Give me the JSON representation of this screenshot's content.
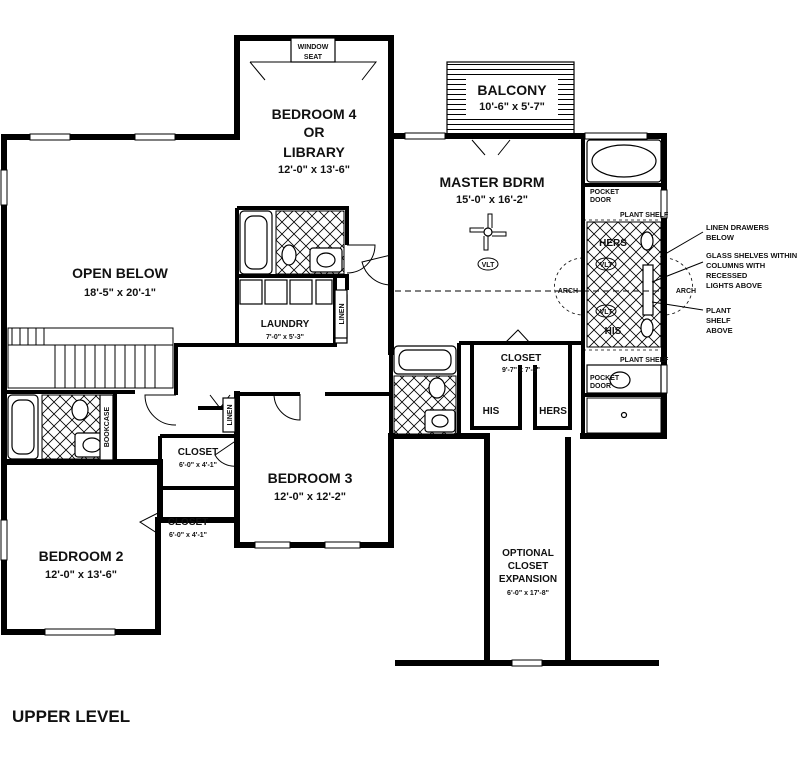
{
  "plan": {
    "level_label": "UPPER LEVEL",
    "rooms": {
      "window_seat": "WINDOW SEAT",
      "bedroom4": {
        "line1": "BEDROOM 4",
        "line2": "OR",
        "line3": "LIBRARY",
        "dims": "12'-0\" x 13'-6\""
      },
      "balcony": {
        "name": "BALCONY",
        "dims": "10'-6\" x 5'-7\""
      },
      "master": {
        "name": "MASTER BDRM",
        "dims": "15'-0\" x 16'-2\""
      },
      "open_below": {
        "name": "OPEN BELOW",
        "dims": "18'-5\" x 20'-1\""
      },
      "laundry": {
        "name": "LAUNDRY",
        "dims": "7'-0\" x 5'-3\""
      },
      "linen_upper": "LINEN",
      "linen_lower": "LINEN",
      "bookcase": "BOOKCASE",
      "closet_master": {
        "name": "CLOSET",
        "dims": "9'-7\" x 7'-5\""
      },
      "his_closet": "HIS",
      "hers_closet": "HERS",
      "closet_a": {
        "name": "CLOSET",
        "dims": "6'-0\" x 4'-1\""
      },
      "closet_b": {
        "name": "CLOSET",
        "dims": "6'-0\" x 4'-1\""
      },
      "bedroom3": {
        "name": "BEDROOM 3",
        "dims": "12'-0\" x 12'-2\""
      },
      "bedroom2": {
        "name": "BEDROOM 2",
        "dims": "12'-0\" x 13'-6\""
      },
      "optional": {
        "line1": "OPTIONAL",
        "line2": "CLOSET",
        "line3": "EXPANSION",
        "dims": "6'-0\" x 17'-8\""
      },
      "bath_hers": "HERS",
      "bath_his": "HIS"
    },
    "symbols": {
      "vlt_master": "VLT",
      "vlt_bath_top": "VLT",
      "vlt_bath_bottom": "VLT",
      "arch_left": "ARCH",
      "arch_right": "ARCH",
      "pocket_door_top_1": "POCKET",
      "pocket_door_top_2": "DOOR",
      "pocket_door_bottom_1": "POCKET",
      "pocket_door_bottom_2": "DOOR",
      "plant_shelf_top": "PLANT SHELF",
      "plant_shelf_bottom": "PLANT SHELF"
    },
    "notes": {
      "linen_drawers": [
        "LINEN DRAWERS",
        "BELOW"
      ],
      "glass_shelves": [
        "GLASS SHELVES WITHIN",
        "COLUMNS WITH",
        "RECESSED",
        "LIGHTS ABOVE"
      ],
      "plant_shelf": [
        "PLANT",
        "SHELF",
        "ABOVE"
      ]
    }
  },
  "colors": {
    "wall": "#000000",
    "background": "#ffffff"
  }
}
